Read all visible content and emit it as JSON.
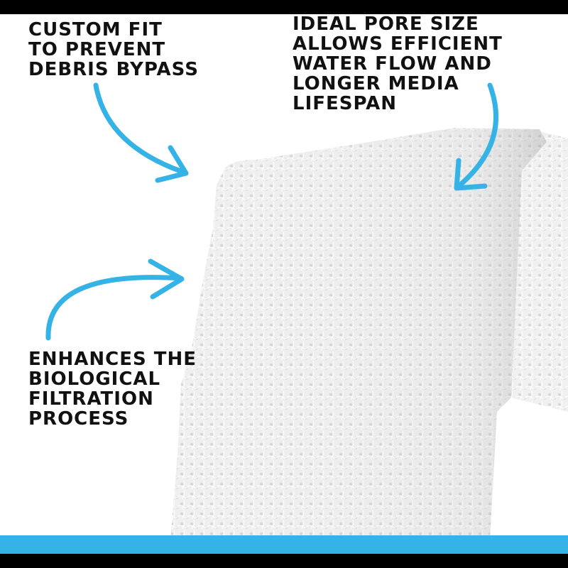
{
  "captions": {
    "custom_fit": [
      "CUSTOM FIT",
      "TO PREVENT",
      "DEBRIS BYPASS"
    ],
    "pore_size": [
      "IDEAL PORE SIZE",
      "ALLOWS EFFICIENT",
      "WATER FLOW AND",
      "LONGER MEDIA",
      "LIFESPAN"
    ],
    "biological": [
      "ENHANCES THE",
      "BIOLOGICAL",
      "FILTRATION",
      "PROCESS"
    ]
  },
  "colors": {
    "accent": "#36b3e6",
    "frame": "#000000",
    "background": "#ffffff",
    "sponge": "#ededed",
    "text": "#111111"
  }
}
